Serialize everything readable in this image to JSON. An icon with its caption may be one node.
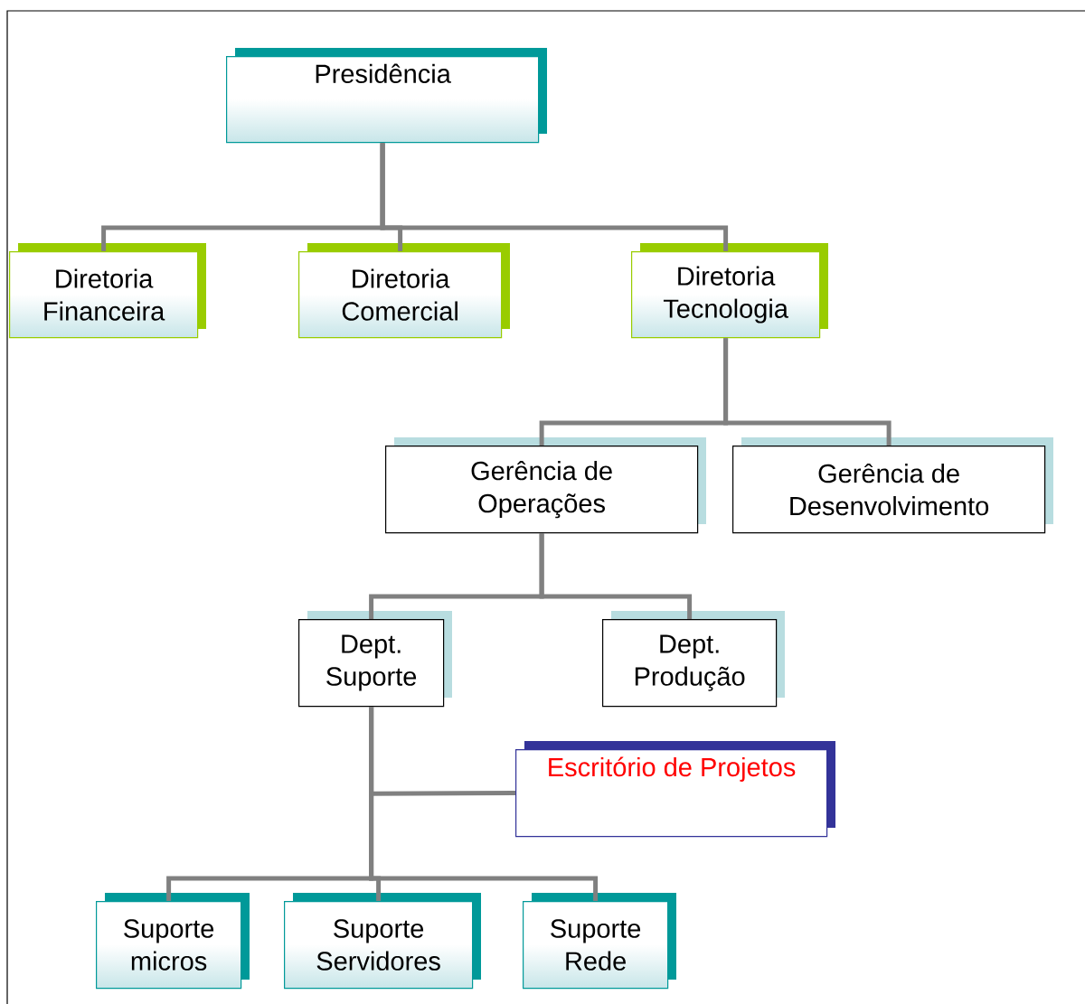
{
  "diagram": {
    "nodes": [
      {
        "text": [
          "Presidência"
        ]
      },
      {
        "text": [
          "Diretoria Financeira"
        ]
      },
      {
        "text": [
          "Diretoria Comercial"
        ]
      },
      {
        "text": [
          "Diretoria Tecnologia"
        ]
      },
      {
        "text": [
          "Gerência de Operações"
        ]
      },
      {
        "text": [
          "Gerência de Desenvolvimento"
        ]
      },
      {
        "text": [
          "Dept. Suporte"
        ]
      },
      {
        "text": [
          "Dept. Produção"
        ]
      },
      {
        "text": [
          "Escritório de Projetos"
        ]
      },
      {
        "text": [
          "Suporte micros"
        ]
      },
      {
        "text": [
          "Suporte Servidores"
        ]
      },
      {
        "text": [
          "Suporte Rede"
        ]
      }
    ],
    "edges": [
      {
        "from": 0,
        "to": 1,
        "arrow": "none"
      },
      {
        "from": 0,
        "to": 2,
        "arrow": "none"
      },
      {
        "from": 0,
        "to": 3,
        "arrow": "none"
      },
      {
        "from": 3,
        "to": 4,
        "arrow": "none"
      },
      {
        "from": 3,
        "to": 5,
        "arrow": "none"
      },
      {
        "from": 4,
        "to": 6,
        "arrow": "none"
      },
      {
        "from": 4,
        "to": 7,
        "arrow": "none"
      },
      {
        "from": 6,
        "to": 8,
        "arrow": "none"
      },
      {
        "from": 6,
        "to": 9,
        "arrow": "none"
      },
      {
        "from": 6,
        "to": 10,
        "arrow": "none"
      },
      {
        "from": 6,
        "to": 11,
        "arrow": "none"
      }
    ]
  }
}
